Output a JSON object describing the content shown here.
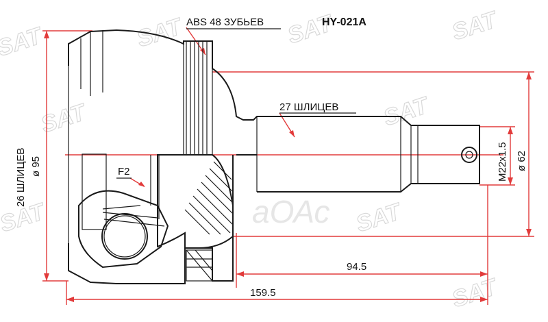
{
  "part_number": "HY-021A",
  "abs_label": "ABS 48 ЗУБЬЕВ",
  "outer_splines_label": "27 ШЛИЦЕВ",
  "inner_splines_label": "26 ШЛИЦЕВ",
  "diameter_95_label": "ø 95",
  "diameter_62_label": "ø 62",
  "thread_label": "M22x1.5",
  "f2_label": "F2",
  "length_94_label": "94.5",
  "length_159_label": "159.5",
  "watermark_text": "SAT",
  "watermark_brand": "аОАс",
  "colors": {
    "dimension_line": "#e23b3b",
    "ink": "#1a1a1a",
    "watermark": "#d9d9d9"
  }
}
